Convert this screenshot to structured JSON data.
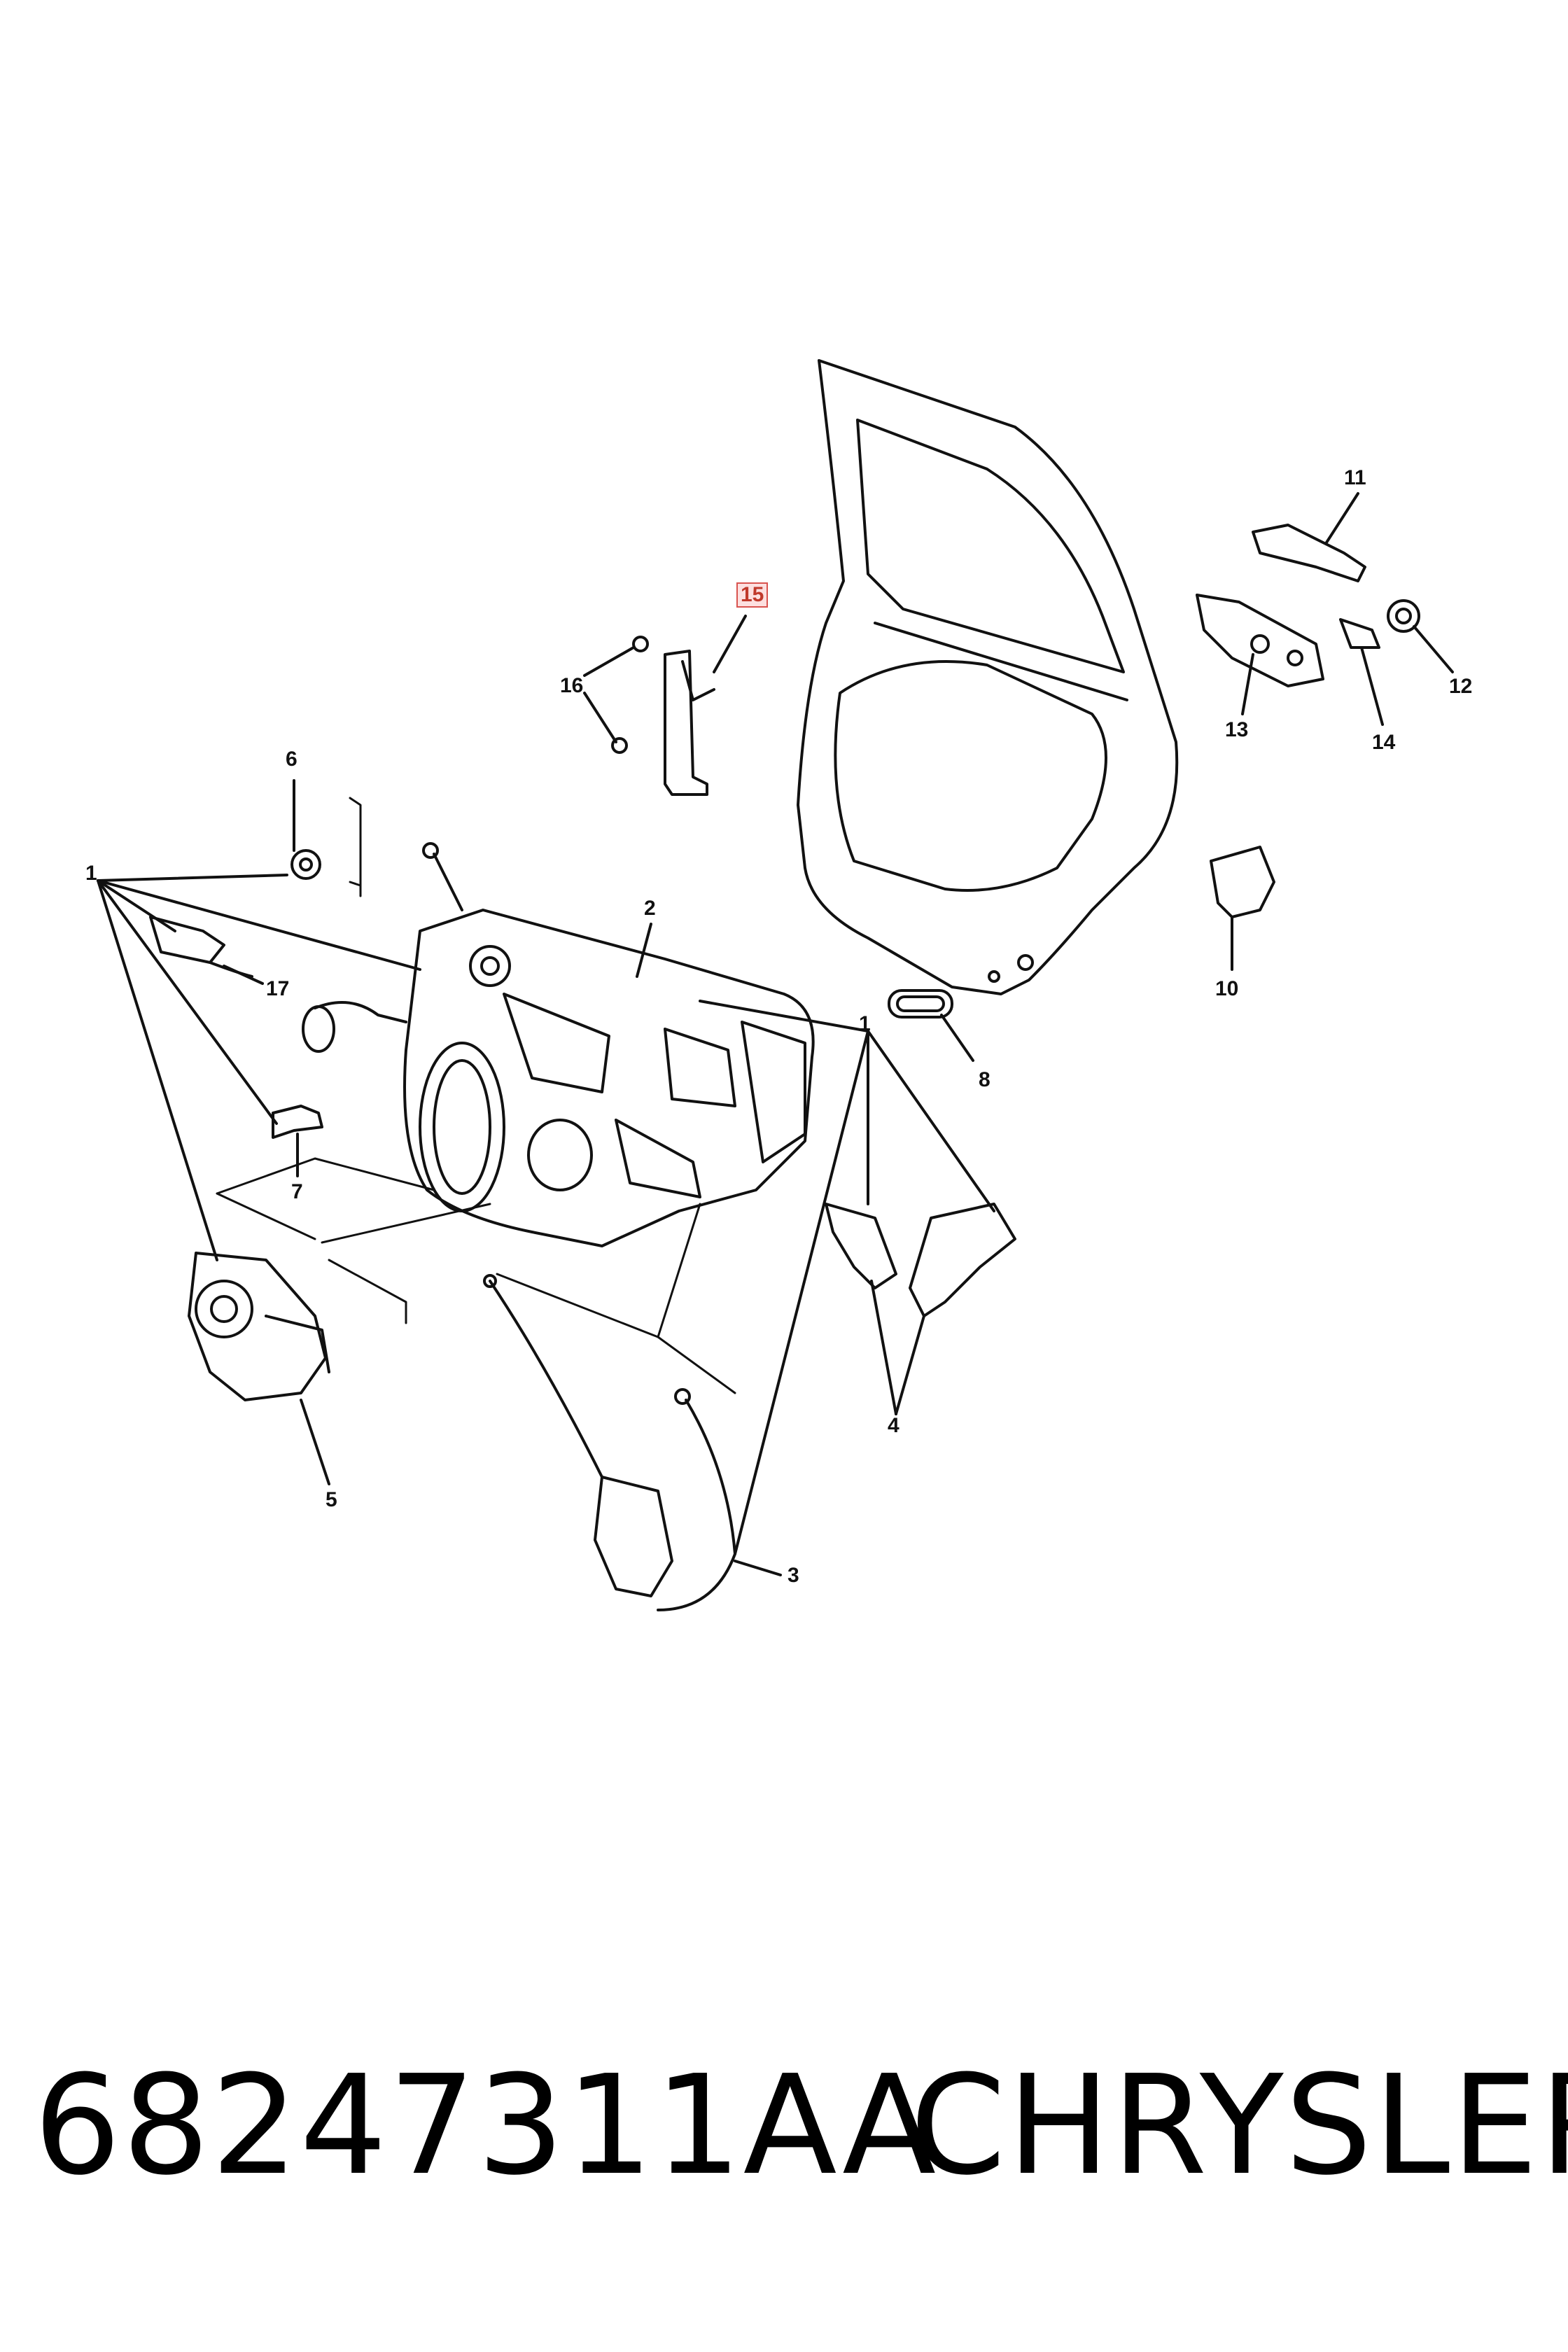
{
  "callouts": {
    "c1a": "1",
    "c1b": "1",
    "c2": "2",
    "c3": "3",
    "c4": "4",
    "c5": "5",
    "c6": "6",
    "c7": "7",
    "c8": "8",
    "c10": "10",
    "c11": "11",
    "c12": "12",
    "c13": "13",
    "c14": "14",
    "c15": "15",
    "c16": "16",
    "c17": "17"
  },
  "footer": {
    "part_number": "68247311AA",
    "brand": "CHRYSLER"
  },
  "colors": {
    "line": "#111111",
    "highlight_border": "#d9534f",
    "highlight_fill": "#fde0e0",
    "highlight_text": "#c0392b"
  }
}
